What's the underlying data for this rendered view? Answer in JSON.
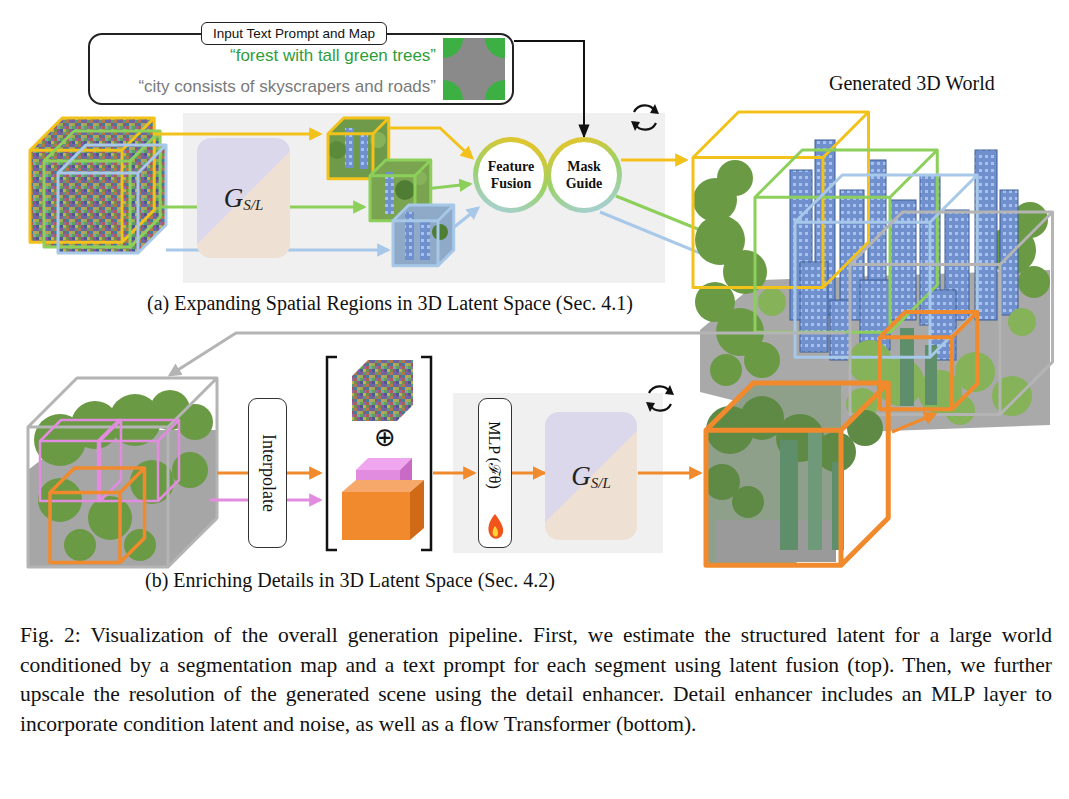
{
  "diagram": {
    "caption": "Fig. 2: Visualization of the overall generation pipeline. First, we estimate the structured latent for a large world conditioned by a segmentation map and a text prompt for each segment using latent fusion (top). Then, we further upscale the resolution of the generated scene using the detail enhancer. Detail enhancer includes an MLP layer to incorporate condition latent and noise, as well as a flow Transformer (bottom).",
    "nodes": [
      {
        "text": [
          "“forest with tall green trees”",
          "“city consists of skyscrapers and roads”"
        ]
      },
      {
        "text": [
          "Input Text Prompt and Map"
        ],
        "in": 0
      },
      {
        "text": [
          "G",
          "S/L"
        ]
      },
      {
        "text": [
          "Feature Fusion"
        ]
      },
      {
        "text": [
          "Mask Guide"
        ]
      },
      {
        "text": [
          "Interpolate"
        ]
      },
      {
        "text": [
          "MLP (ℱθ)"
        ]
      },
      {
        "text": [
          "G",
          "S/L"
        ]
      }
    ],
    "edges": [
      {
        "from": 0,
        "to": 4,
        "arrow": "to"
      },
      {
        "from": 6,
        "to": 7,
        "arrow": "to"
      }
    ],
    "labels": [
      "Generated 3D World",
      "(a) Expanding Spatial Regions in 3D Latent Space (Sec. 4.1)",
      "⊕",
      "(b) Enriching Details in 3D Latent Space (Sec. 4.2)"
    ]
  }
}
